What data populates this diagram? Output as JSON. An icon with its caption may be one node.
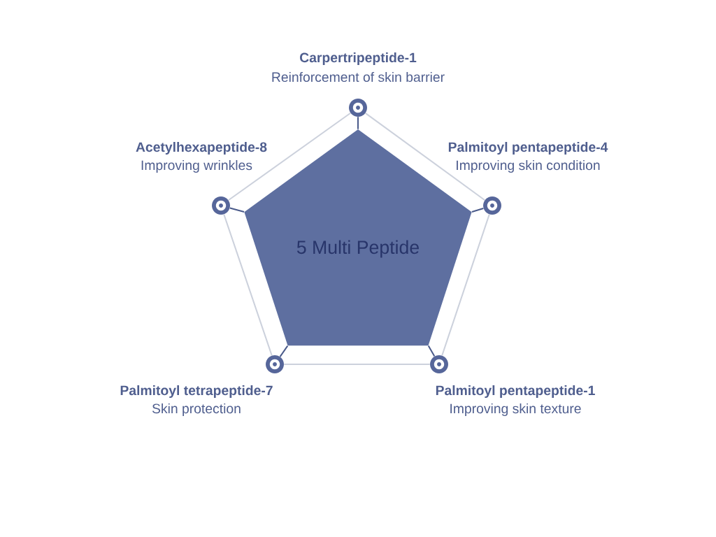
{
  "diagram": {
    "nodes": [
      {
        "text": [
          "5 Multi Peptide"
        ]
      },
      {
        "text": [],
        "shape": "circle",
        "beside": [
          "Carpertripeptide-1",
          "Reinforcement of skin barrier"
        ]
      },
      {
        "text": [],
        "shape": "circle",
        "beside": [
          "Acetylhexapeptide-8",
          "Improving wrinkles"
        ]
      },
      {
        "text": [],
        "shape": "circle",
        "beside": [
          "Palmitoyl pentapeptide-4",
          "Improving skin condition"
        ]
      },
      {
        "text": [],
        "shape": "circle",
        "beside": [
          "Palmitoyl tetrapeptide-7",
          "Skin protection"
        ]
      },
      {
        "text": [],
        "shape": "circle",
        "beside": [
          "Palmitoyl pentapeptide-1",
          "Improving skin texture"
        ]
      }
    ],
    "edges": [
      {
        "from": 1,
        "to": 2,
        "arrow": "none",
        "color": "#ccd1dc"
      },
      {
        "from": 1,
        "to": 3,
        "arrow": "none",
        "color": "#ccd1dc"
      },
      {
        "from": 2,
        "to": 4,
        "arrow": "none",
        "color": "#ccd1dc"
      },
      {
        "from": 3,
        "to": 5,
        "arrow": "none",
        "color": "#ccd1dc"
      },
      {
        "from": 4,
        "to": 5,
        "arrow": "none",
        "color": "#ccd1dc"
      },
      {
        "from": 0,
        "to": 1,
        "arrow": "none",
        "color": "#4a5a8a"
      },
      {
        "from": 0,
        "to": 2,
        "arrow": "none",
        "color": "#4a5a8a"
      },
      {
        "from": 0,
        "to": 3,
        "arrow": "none",
        "color": "#4a5a8a"
      },
      {
        "from": 0,
        "to": 4,
        "arrow": "none",
        "color": "#4a5a8a"
      },
      {
        "from": 0,
        "to": 5,
        "arrow": "none",
        "color": "#4a5a8a"
      }
    ]
  }
}
